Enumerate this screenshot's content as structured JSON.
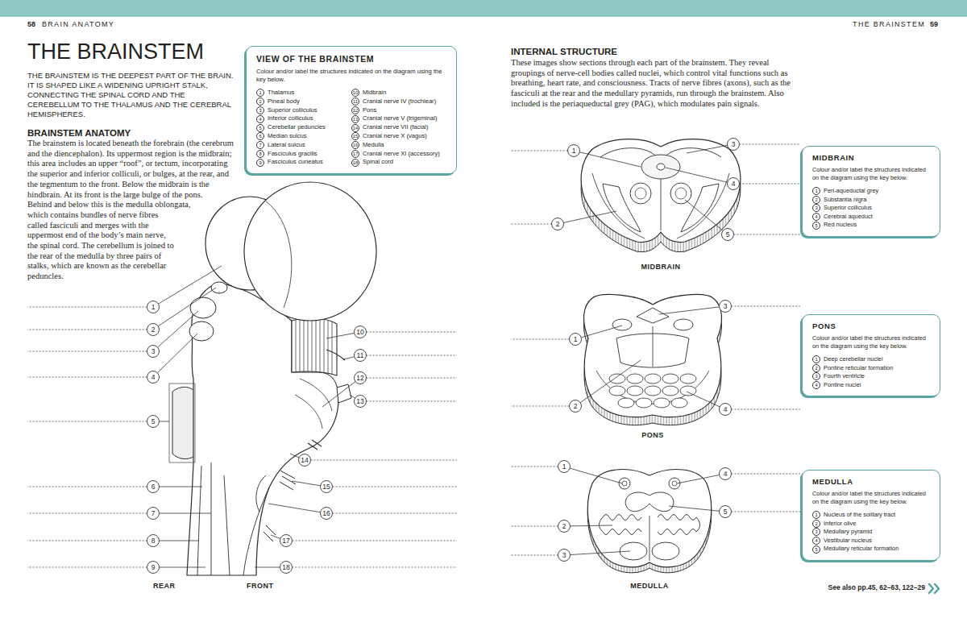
{
  "diagram": {
    "title": "THE BRAINSTEM",
    "nodes": [
      {
        "text": [
          "VIEW OF THE BRAINSTEM",
          "Colour and/or label the structures indicated on the diagram using the key below.",
          "1",
          "Thalamus",
          "2",
          "Pineal body",
          "3",
          "Superior colliculus",
          "4",
          "Inferior colliculus",
          "5",
          "Cerebellar peduncles",
          "6",
          "Median sulcus",
          "7",
          "Lateral sulcus",
          "8",
          "Fasciculus gracilis",
          "9",
          "Fasciculus cuneatus",
          "10",
          "Midbrain",
          "11",
          "Cranial nerve IV (trochlear)",
          "12",
          "Pons",
          "13",
          "Cranial nerve V (trigeminal)",
          "14",
          "Cranial nerve VII (facial)",
          "15",
          "Cranial nerve X (vagus)",
          "16",
          "Medulla",
          "17",
          "Cranial nerve XI (accessory)",
          "18",
          "Spinal cord"
        ]
      },
      {
        "text": [
          "MIDBRAIN",
          "Colour and/or label the structures indicated on the diagram using the key below.",
          "1",
          "Peri-aqueductal grey",
          "2",
          "Substantia nigra",
          "3",
          "Superior colliculus",
          "4",
          "Cerebral aqueduct",
          "5",
          "Red nucleus"
        ]
      },
      {
        "text": [
          "PONS",
          "Colour and/or label the structures indicated on the diagram using the key below.",
          "1",
          "Deep cerebellar nuclei",
          "2",
          "Pontine reticular formation",
          "3",
          "Fourth ventricle",
          "4",
          "Pontine nuclei"
        ]
      },
      {
        "text": [
          "MEDULLA",
          "Colour and/or label the structures indicated on the diagram using the key below.",
          "1",
          "Nucleus of the solitary tract",
          "2",
          "Inferior olive",
          "3",
          "Medullary pyramid",
          "4",
          "Vestibular nucleus",
          "5",
          "Medullary reticular formation"
        ]
      }
    ],
    "labels": [
      "58",
      "BRAIN ANATOMY",
      "THE BRAINSTEM",
      "59",
      "THE BRAINSTEM IS THE DEEPEST PART OF THE BRAIN. IT IS SHAPED LIKE A WIDENING UPRIGHT STALK, CONNECTING THE SPINAL CORD AND THE CEREBELLUM TO THE THALAMUS AND THE CEREBRAL HEMISPHERES.",
      "BRAINSTEM ANATOMY",
      "The brainstem is located beneath the forebrain (the cerebrum and the diencephalon). Its uppermost region is the midbrain; this area includes an upper “roof”, or tectum, incorporating the superior and inferior colliculi, or bulges, at the rear, and the tegmentum to the front. Below the midbrain is the hindbrain. At its front is the large bulge of the pons. Behind and below this is the medulla oblongata, which contains bundles of nerve fibres called fasciculi and merges with the uppermost end of the body’s main nerve, the spinal cord. The cerebellum is joined to the rear of the medulla by three pairs of stalks, which are known as the cerebellar peduncles.",
      "1",
      "2",
      "3",
      "4",
      "5",
      "6",
      "7",
      "8",
      "9",
      "10",
      "11",
      "12",
      "13",
      "14",
      "15",
      "16",
      "17",
      "18",
      "REAR",
      "FRONT",
      "INTERNAL STRUCTURE",
      "These images show sections through each part of the brainstem. They reveal groupings of nerve-cell bodies called nuclei, which control vital functions such as breathing, heart rate, and consciousness. Tracts of nerve fibres (axons), such as the fasciculi at the rear and the medullary pyramids, run through the brainstem. Also included is the periaqueductal grey (PAG), which modulates pain signals.",
      "1",
      "2",
      "3",
      "4",
      "5",
      "MIDBRAIN",
      "1",
      "2",
      "3",
      "4",
      "PONS",
      "1",
      "2",
      "3",
      "4",
      "5",
      "MEDULLA",
      "See also pp.45, 62–63, 122–29"
    ]
  }
}
